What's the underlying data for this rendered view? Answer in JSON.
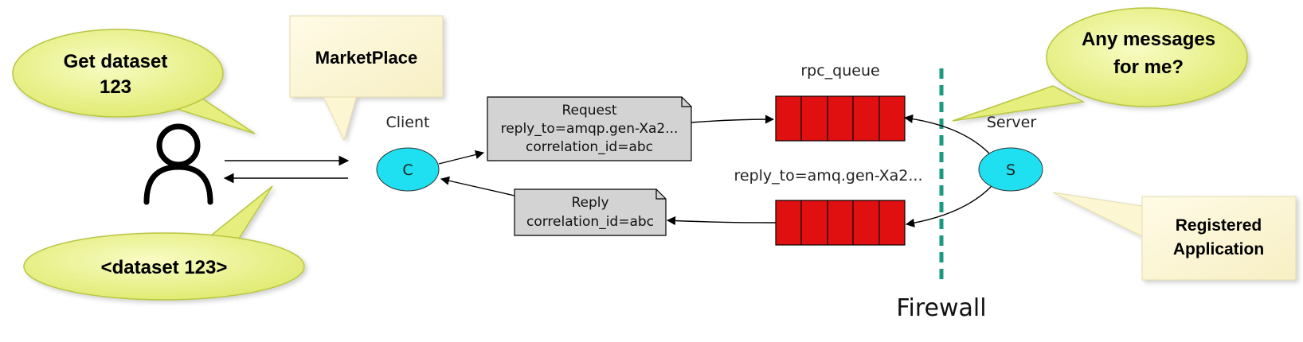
{
  "bubbles": {
    "user_request": [
      "Get dataset",
      "123"
    ],
    "user_response": "<dataset 123>",
    "server_poll": [
      "Any messages",
      "for me?"
    ]
  },
  "notes": {
    "marketplace": "MarketPlace",
    "registered_app": [
      "Registered",
      "Application"
    ]
  },
  "client": {
    "label": "Client",
    "node": "C"
  },
  "server": {
    "label": "Server",
    "node": "S"
  },
  "queues": {
    "request_queue_label": "rpc_queue",
    "reply_queue_label": "reply_to=amq.gen-Xa2..."
  },
  "messages": {
    "request": [
      "Request",
      "reply_to=amqp.gen-Xa2...",
      "correlation_id=abc"
    ],
    "reply": [
      "Reply",
      "correlation_id=abc"
    ]
  },
  "firewall": {
    "label": "Firewall"
  },
  "colors": {
    "bubble_fill": "#eef596",
    "bubble_stroke": "#b8c640",
    "note_fill": "#fdf8d8",
    "node_fill": "#1ee0f0",
    "queue_fill": "#e01010",
    "message_fill": "#d3d3d3",
    "firewall": "#1a9a7e"
  }
}
